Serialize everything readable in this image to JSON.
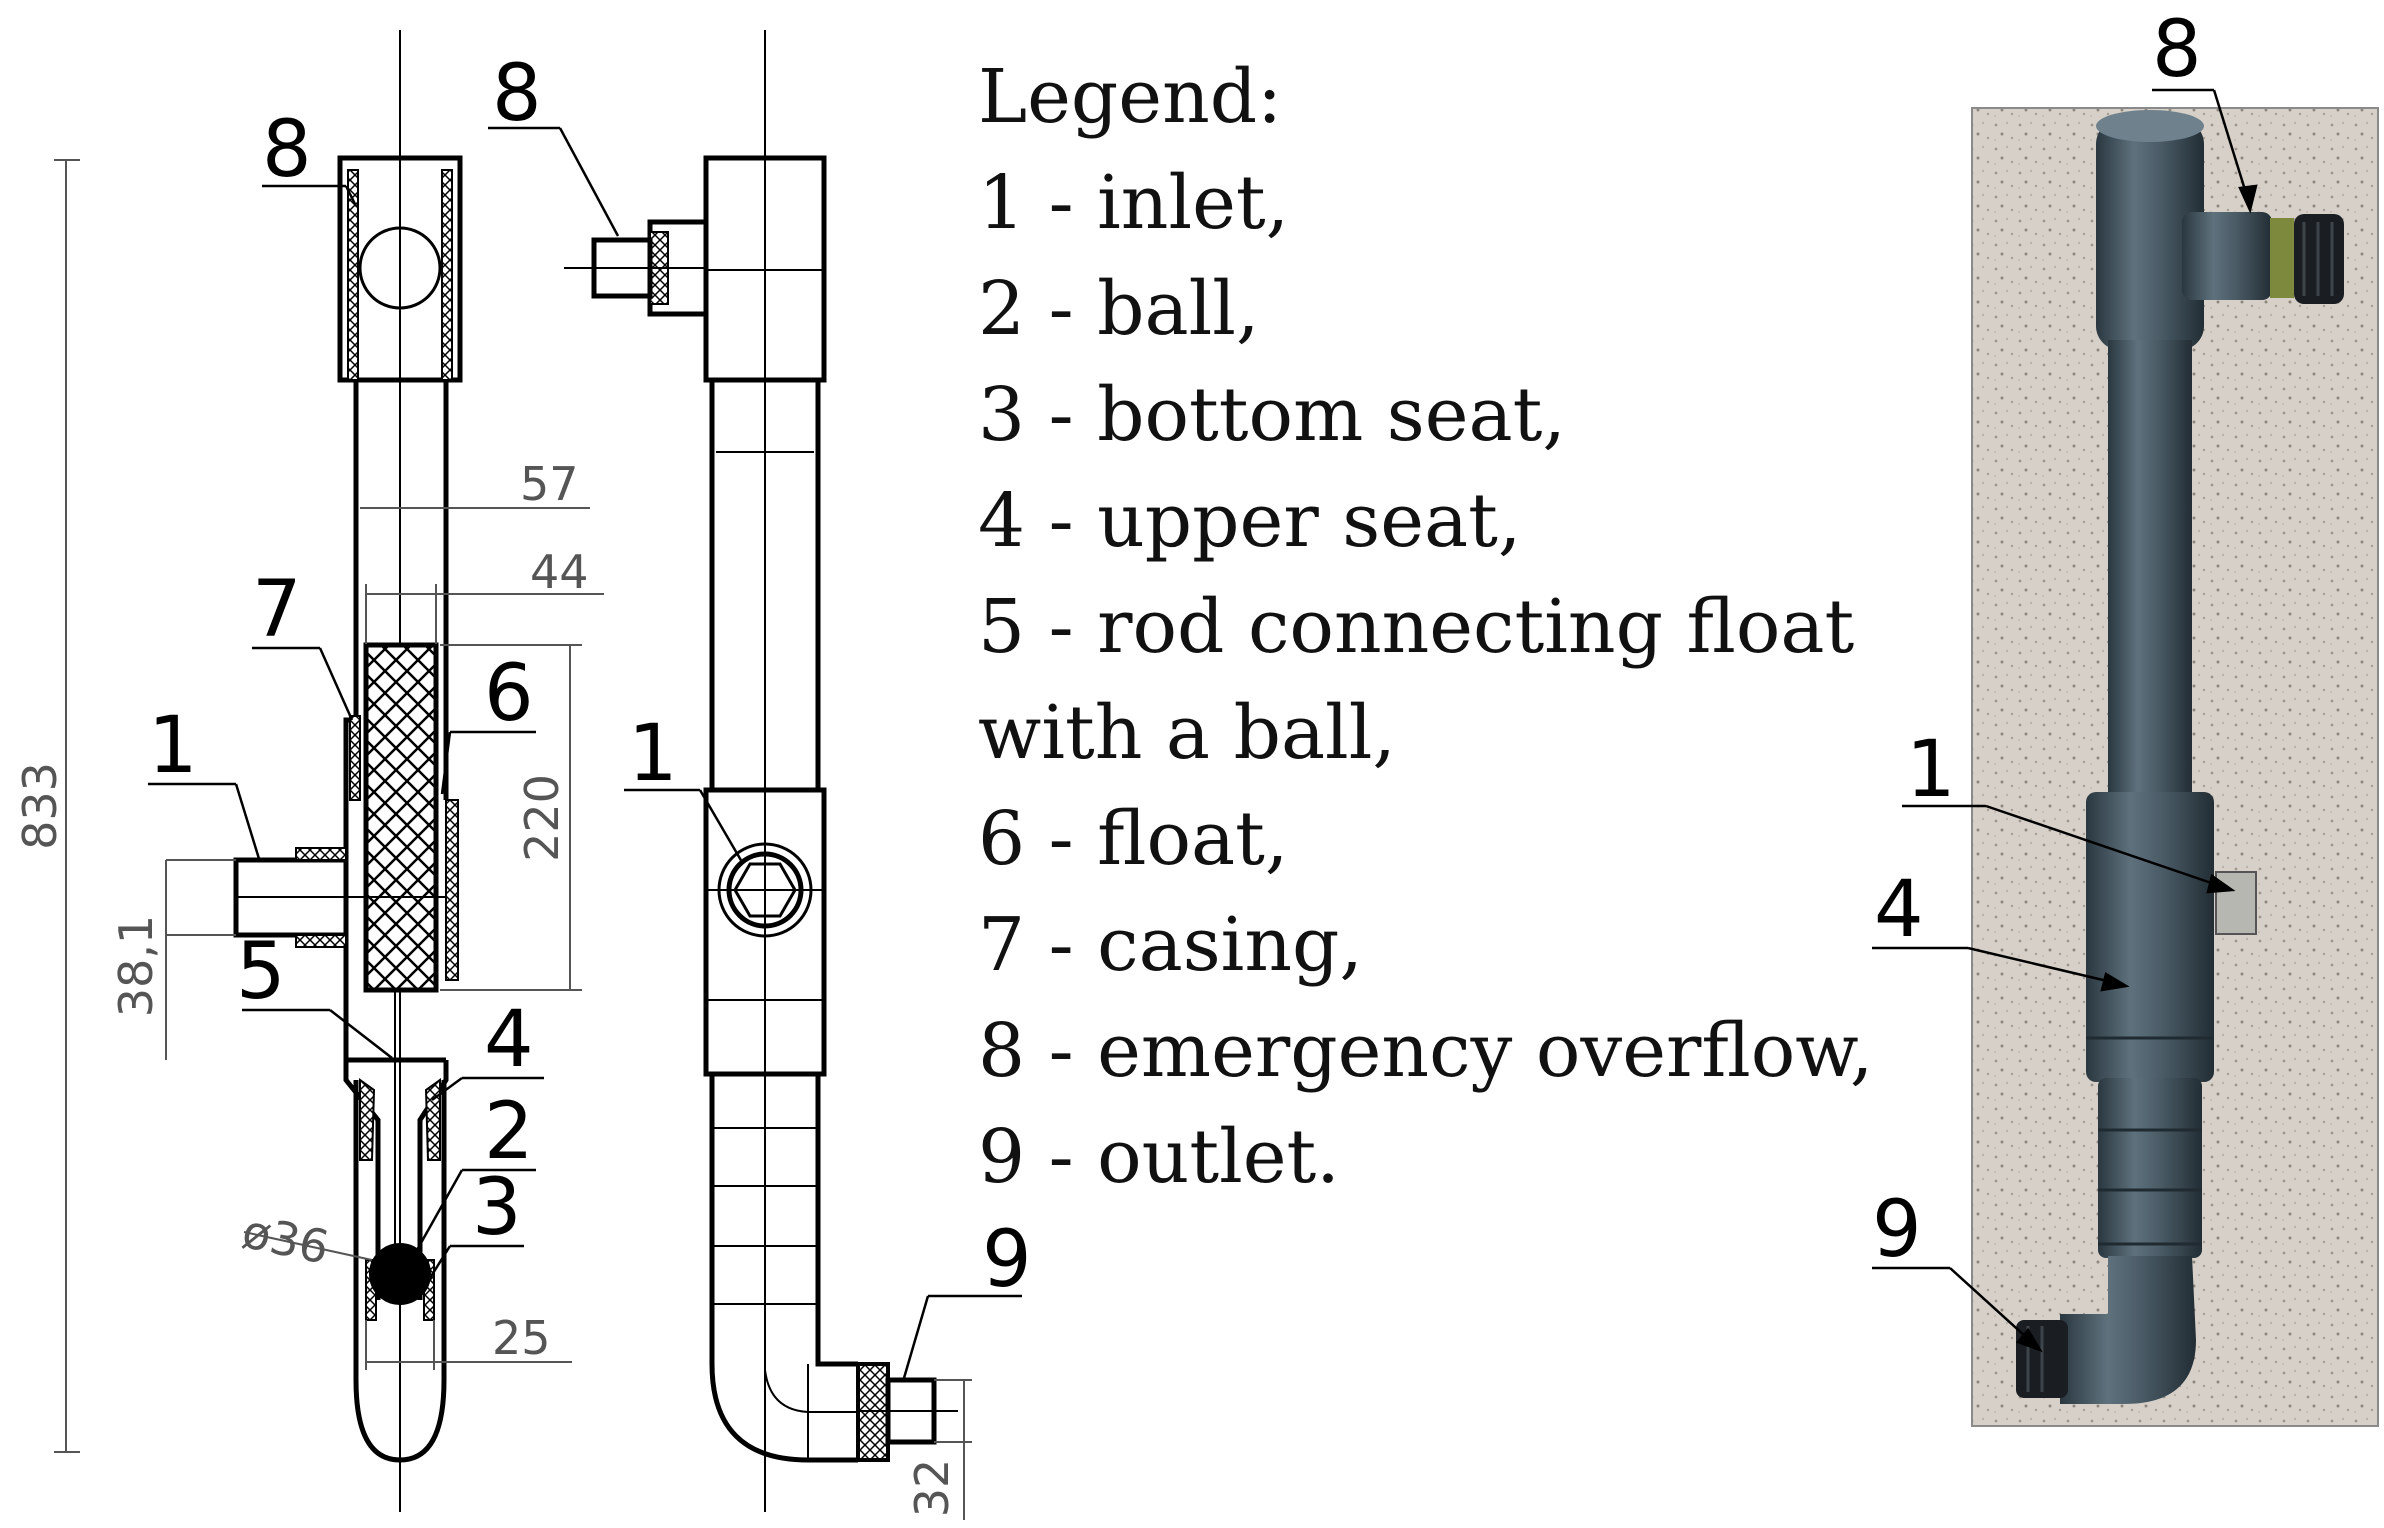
{
  "legend": {
    "title": "Legend:",
    "items": [
      "1 - inlet,",
      "2 - ball,",
      "3 - bottom seat,",
      "4 - upper seat,",
      "5 - rod connecting float",
      "with a ball,",
      "6 - float,",
      "7 - casing,",
      "8 - emergency overflow,",
      "9 - outlet."
    ]
  },
  "section_view": {
    "callouts": [
      "8",
      "7",
      "1",
      "6",
      "5",
      "4",
      "2",
      "3"
    ],
    "dimensions": {
      "total_height": "833",
      "inner_width": "57",
      "float_width": "44",
      "float_height": "220",
      "inlet": "38,1",
      "ball_diameter": "ø36",
      "seat_bore": "25"
    }
  },
  "side_view": {
    "callouts": [
      "8",
      "1",
      "9"
    ],
    "dimensions": {
      "outlet": "32"
    }
  },
  "photo": {
    "callouts": [
      "8",
      "1",
      "4",
      "9"
    ]
  }
}
